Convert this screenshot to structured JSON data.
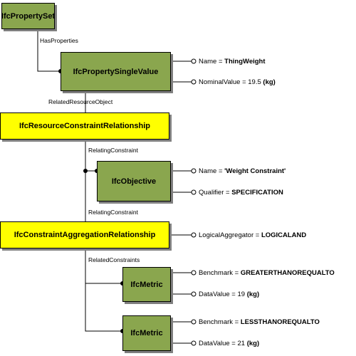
{
  "entities": {
    "property_set": "IfcPropertySet",
    "single_value": "IfcPropertySingleValue",
    "resource_rel": "IfcResourceConstraintRelationship",
    "objective": "IfcObjective",
    "aggregation_rel": "IfcConstraintAggregationRelationship",
    "metric_1": "IfcMetric",
    "metric_2": "IfcMetric"
  },
  "relations": {
    "has_properties": "HasProperties",
    "related_resource_object": "RelatedResourceObject",
    "relating_constraint_1": "RelatingConstraint",
    "relating_constraint_2": "RelatingConstraint",
    "related_constraints": "RelatedConstraints"
  },
  "attributes": {
    "psv_name": {
      "key": "Name = ",
      "value": "ThingWeight",
      "suffix": ""
    },
    "psv_nominal": {
      "key": "NominalValue = 19.5 ",
      "value": "(kg)",
      "suffix": ""
    },
    "obj_name": {
      "key": "Name = ",
      "value": "'Weight Constraint'",
      "suffix": ""
    },
    "obj_qualifier": {
      "key": "Qualifier = ",
      "value": "SPECIFICATION",
      "suffix": ""
    },
    "agg_logical": {
      "key": "LogicalAggregator = ",
      "value": "LOGICALAND",
      "suffix": ""
    },
    "m1_benchmark": {
      "key": "Benchmark = ",
      "value": "GREATERTHANOREQUALTO",
      "suffix": ""
    },
    "m1_datavalue": {
      "key": "DataValue = 19 ",
      "value": "(kg)",
      "suffix": ""
    },
    "m2_benchmark": {
      "key": "Benchmark = ",
      "value": "LESSTHANOREQUALTO",
      "suffix": ""
    },
    "m2_datavalue": {
      "key": "DataValue = 21 ",
      "value": "(kg)",
      "suffix": ""
    }
  },
  "colors": {
    "entity_green": "#8aa64e",
    "relationship_yellow": "#ffff00",
    "shadow": "#7f7f7f"
  }
}
